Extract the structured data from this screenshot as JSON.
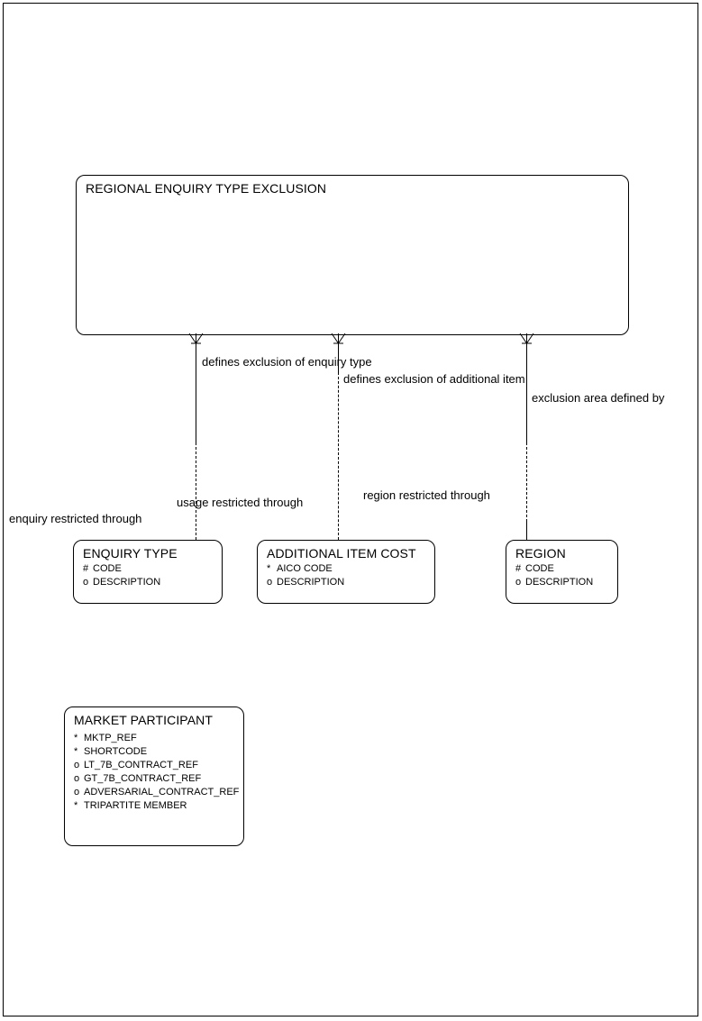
{
  "diagram": {
    "type": "entity-relationship-diagram",
    "entities": [
      {
        "id": "regional-enquiry-type-exclusion",
        "name": "REGIONAL ENQUIRY TYPE EXCLUSION",
        "attributes": []
      },
      {
        "id": "enquiry-type",
        "name": "ENQUIRY TYPE",
        "attributes": [
          {
            "marker": "#",
            "label": "CODE"
          },
          {
            "marker": "o",
            "label": "DESCRIPTION"
          }
        ]
      },
      {
        "id": "additional-item-cost",
        "name": "ADDITIONAL ITEM COST",
        "attributes": [
          {
            "marker": "*",
            "label": "AICO CODE"
          },
          {
            "marker": "o",
            "label": "DESCRIPTION"
          }
        ]
      },
      {
        "id": "region",
        "name": "REGION",
        "attributes": [
          {
            "marker": "#",
            "label": "CODE"
          },
          {
            "marker": "o",
            "label": "DESCRIPTION"
          }
        ]
      },
      {
        "id": "market-participant",
        "name": "MARKET PARTICIPANT",
        "attributes": [
          {
            "marker": "*",
            "label": "MKTP_REF"
          },
          {
            "marker": "*",
            "label": "SHORTCODE"
          },
          {
            "marker": "o",
            "label": "LT_7B_CONTRACT_REF"
          },
          {
            "marker": "o",
            "label": "GT_7B_CONTRACT_REF"
          },
          {
            "marker": "o",
            "label": "ADVERSARIAL_CONTRACT_REF"
          },
          {
            "marker": "*",
            "label": "TRIPARTITE MEMBER"
          }
        ]
      }
    ],
    "relationships": [
      {
        "id": "enquiry-type-relationship",
        "parent_label": "defines exclusion of enquiry type",
        "child_label": "enquiry restricted through"
      },
      {
        "id": "additional-item-relationship",
        "parent_label": "defines exclusion of additional item",
        "child_label": "usage restricted through"
      },
      {
        "id": "region-relationship",
        "parent_label": "exclusion area defined by",
        "child_label": "region restricted through"
      }
    ]
  }
}
